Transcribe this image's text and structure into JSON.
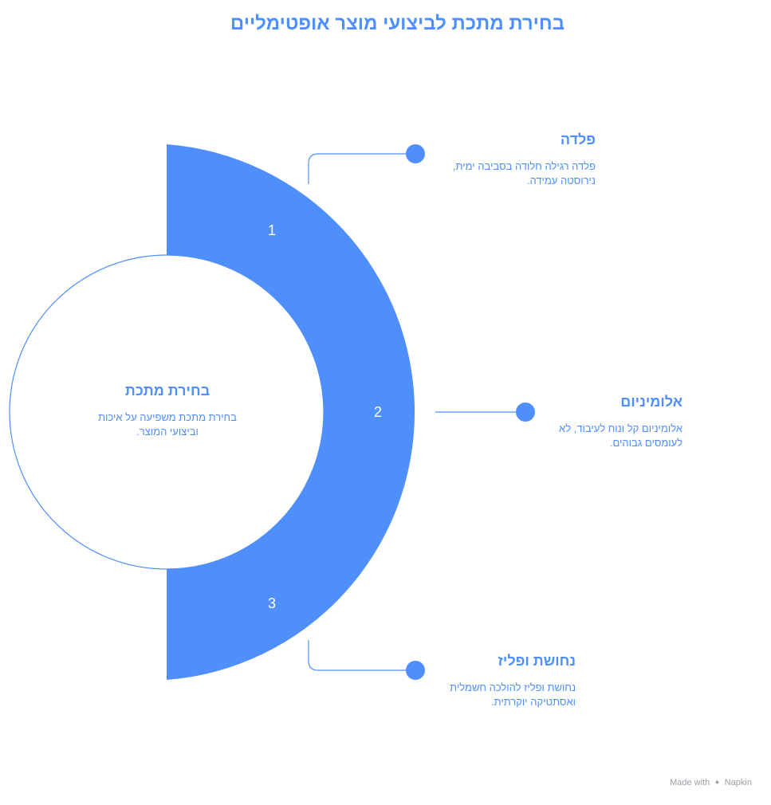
{
  "title": "בחירת מתכת לביצועי מוצר אופטימליים",
  "center": {
    "title": "בחירת מתכת",
    "description_lines": [
      "בחירת מתכת משפיעה על איכות",
      "וביצועי המוצר."
    ]
  },
  "segments": [
    {
      "number": "1"
    },
    {
      "number": "2"
    },
    {
      "number": "3"
    }
  ],
  "items": [
    {
      "title": "פלדה",
      "description_lines": [
        "פלדה רגילה חלודה בסביבה ימית,",
        "נירוסטה עמידה."
      ]
    },
    {
      "title": "אלומיניום",
      "description_lines": [
        "אלומיניום קל ונוח לעיבוד, לא",
        "לעומסים גבוהים."
      ]
    },
    {
      "title": "נחושת ופליז",
      "description_lines": [
        "נחושת ופליז להולכה חשמלית",
        "ואסתטיקה יוקרתית."
      ]
    }
  ],
  "footer": {
    "made_with": "Made with",
    "brand": "Napkin",
    "icon": "napkin-logo-icon"
  },
  "colors": {
    "accent": "#4f8ffc",
    "white": "#ffffff",
    "footer": "#9aa0a6"
  }
}
